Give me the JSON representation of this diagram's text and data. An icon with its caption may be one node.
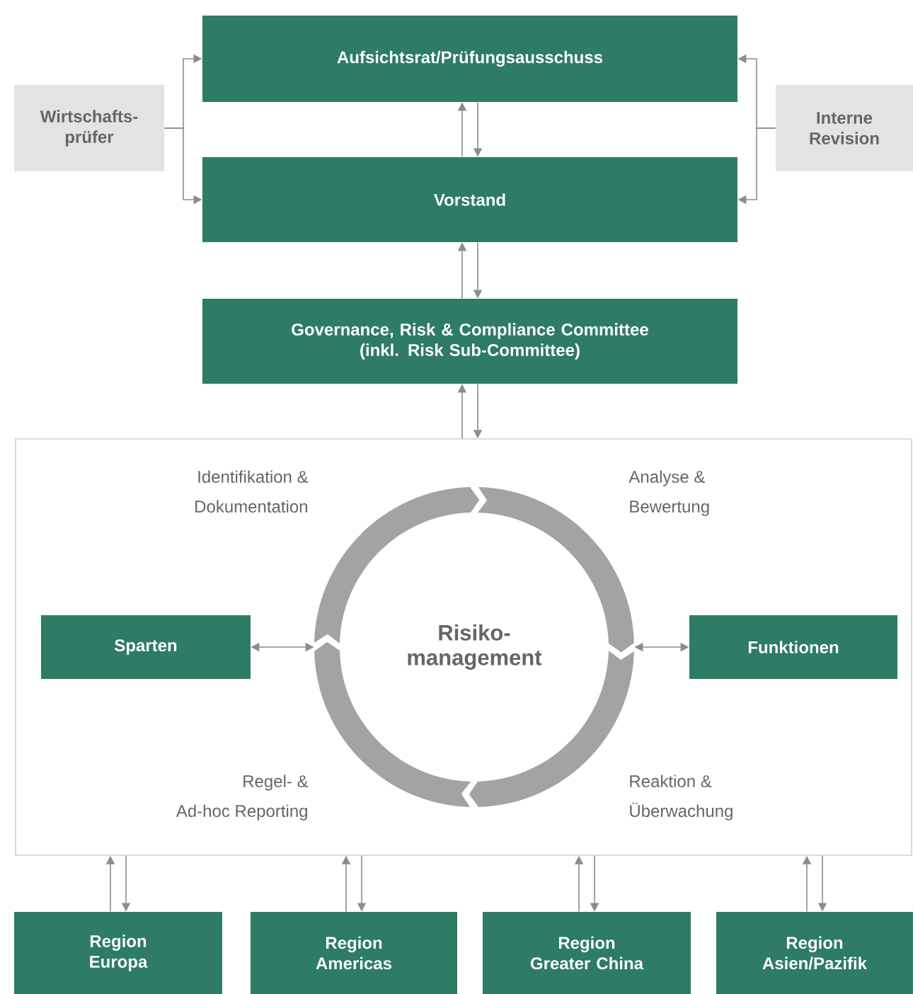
{
  "diagram": {
    "nodes": [
      {
        "text": [
          "Aufsichtsrat/Prüfungsausschuss"
        ]
      },
      {
        "text": [
          "Vorstand"
        ]
      },
      {
        "text": [
          "Governance, Risk & Compliance Committee (inkl. Risk Sub-Committee)"
        ]
      },
      {
        "text": [
          "Wirtschafts- prüfer"
        ]
      },
      {
        "text": [
          "Interne Revision"
        ]
      },
      {
        "text": [],
        "shape": "box"
      },
      {
        "text": [
          "Risiko- management"
        ],
        "in": 5
      },
      {
        "text": [
          "Sparten"
        ],
        "in": 5
      },
      {
        "text": [
          "Funktionen"
        ],
        "in": 5
      },
      {
        "text": [
          "Region Europa"
        ]
      },
      {
        "text": [
          "Region Americas"
        ]
      },
      {
        "text": [
          "Region Greater China"
        ]
      },
      {
        "text": [
          "Region Asien/Pazifik"
        ]
      }
    ],
    "edges": [
      {
        "from": 3,
        "to": 0,
        "arrow": "to"
      },
      {
        "from": 3,
        "to": 1,
        "arrow": "to"
      },
      {
        "from": 4,
        "to": 0,
        "arrow": "to"
      },
      {
        "from": 4,
        "to": 1,
        "arrow": "to"
      },
      {
        "from": 1,
        "to": 0,
        "arrow": "to"
      },
      {
        "from": 0,
        "to": 1,
        "arrow": "to"
      },
      {
        "from": 2,
        "to": 1,
        "arrow": "to"
      },
      {
        "from": 1,
        "to": 2,
        "arrow": "to"
      },
      {
        "from": 5,
        "to": 2,
        "arrow": "to"
      },
      {
        "from": 2,
        "to": 5,
        "arrow": "to"
      },
      {
        "from": 7,
        "to": 6,
        "arrow": "both"
      },
      {
        "from": 6,
        "to": 8,
        "arrow": "both"
      },
      {
        "from": 9,
        "to": 5,
        "arrow": "to"
      },
      {
        "from": 5,
        "to": 9,
        "arrow": "to"
      },
      {
        "from": 10,
        "to": 5,
        "arrow": "to"
      },
      {
        "from": 5,
        "to": 10,
        "arrow": "to"
      },
      {
        "from": 11,
        "to": 5,
        "arrow": "to"
      },
      {
        "from": 5,
        "to": 11,
        "arrow": "to"
      },
      {
        "from": 12,
        "to": 5,
        "arrow": "to"
      },
      {
        "from": 5,
        "to": 12,
        "arrow": "to"
      }
    ],
    "labels": [
      "Identifikation & Dokumentation",
      "Analyse & Bewertung",
      "Regel- & Ad-hoc Reporting",
      "Reaktion & Überwachung"
    ]
  }
}
